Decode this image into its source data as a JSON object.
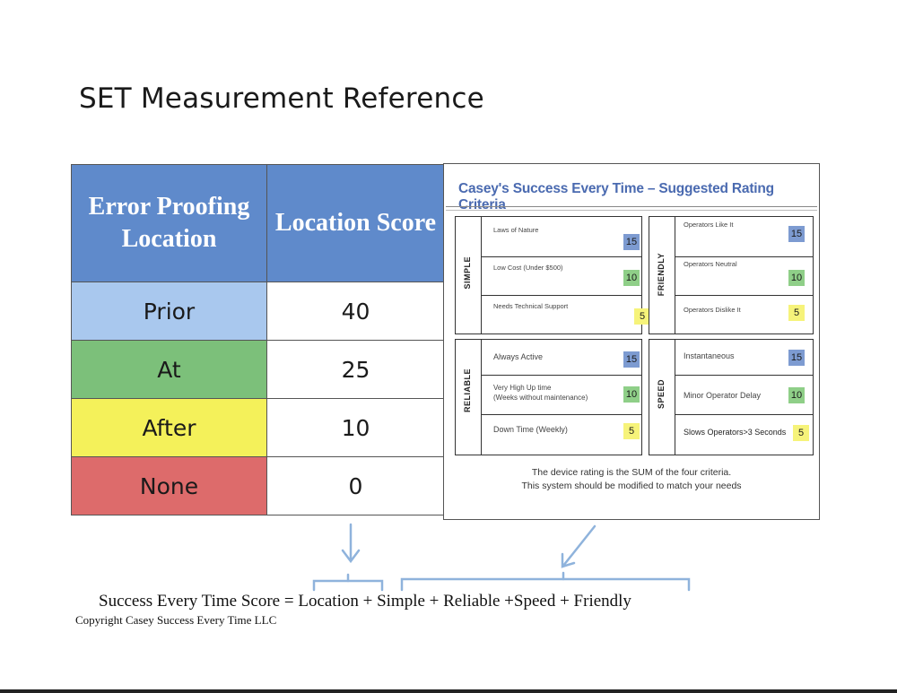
{
  "page": {
    "title": "SET Measurement Reference"
  },
  "location_table": {
    "headers": [
      "Error Proofing Location",
      "Location Score"
    ],
    "rows": [
      {
        "location": "Prior",
        "score": "40",
        "color": "#a9c8ee"
      },
      {
        "location": "At",
        "score": "25",
        "color": "#7cc07a"
      },
      {
        "location": "After",
        "score": "10",
        "color": "#f4f15a"
      },
      {
        "location": "None",
        "score": "0",
        "color": "#dd6b6b"
      }
    ]
  },
  "criteria": {
    "title": "Casey's Success Every Time – Suggested Rating Criteria",
    "badge_colors": {
      "15": "#7d9bd1",
      "10": "#8fcf88",
      "5": "#f6f37a"
    },
    "simple": {
      "label": "SIMPLE",
      "items": [
        {
          "label": "Laws of Nature",
          "score": "15"
        },
        {
          "label": "Low Cost (Under $500)",
          "score": "10"
        },
        {
          "label": "Needs Technical Support",
          "score": "5"
        }
      ]
    },
    "friendly": {
      "label": "FRIENDLY",
      "items": [
        {
          "label": "Operators Like It",
          "score": "15"
        },
        {
          "label": "Operators Neutral",
          "score": "10"
        },
        {
          "label": "Operators Dislike It",
          "score": "5"
        }
      ]
    },
    "reliable": {
      "label": "RELIABLE",
      "items": [
        {
          "label": "Always Active",
          "score": "15"
        },
        {
          "label": "Very High Up time",
          "label2": "(Weeks without maintenance)",
          "score": "10"
        },
        {
          "label": "Down Time (Weekly)",
          "score": "5"
        }
      ]
    },
    "speed": {
      "label": "SPEED",
      "items": [
        {
          "label": "Instantaneous",
          "score": "15"
        },
        {
          "label": "Minor Operator Delay",
          "score": "10"
        },
        {
          "label": "Slows Operators>3 Seconds",
          "score": "5"
        }
      ]
    },
    "note_line1": "The device rating is the SUM of the four criteria.",
    "note_line2": "This system should be modified to match your needs"
  },
  "formula": "Success Every Time Score = Location + Simple + Reliable +Speed + Friendly",
  "copyright": "Copyright Casey Success Every Time LLC"
}
